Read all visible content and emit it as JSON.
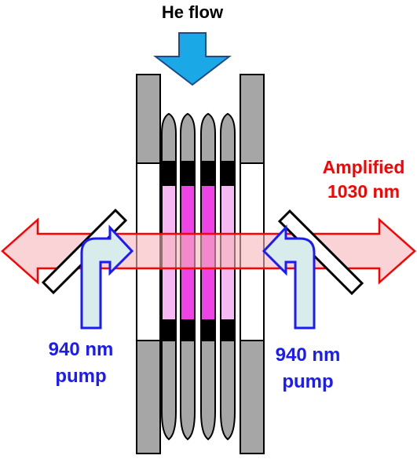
{
  "labels": {
    "he_flow": "He flow",
    "amplified_line1": "Amplified",
    "amplified_line2": "1030 nm",
    "pump_left_line1": "940 nm",
    "pump_left_line2": "pump",
    "pump_right_line1": "940 nm",
    "pump_right_line2": "pump"
  },
  "colors": {
    "he_arrow_fill": "#1aa8e6",
    "he_arrow_stroke": "#1d4a8c",
    "beam_fill": "#f9cfd2",
    "beam_stroke": "#ff0000",
    "pump_arrow_fill": "#d8ecec",
    "pump_arrow_stroke": "#1a1aff",
    "pump_text": "#1a1aff",
    "amplified_text": "#ff0000",
    "plate_fill": "#a6a6a6",
    "disk_gray": "#a6a6a6",
    "disk_light_pink": "#f6b8f2",
    "disk_magenta": "#ee44e6",
    "clamp_black": "#000000"
  },
  "icons": {
    "he_flow_arrow": "down-arrow-icon",
    "beam": "double-headed-arrow-icon",
    "pump_arrows": "bent-arrow-icon"
  }
}
